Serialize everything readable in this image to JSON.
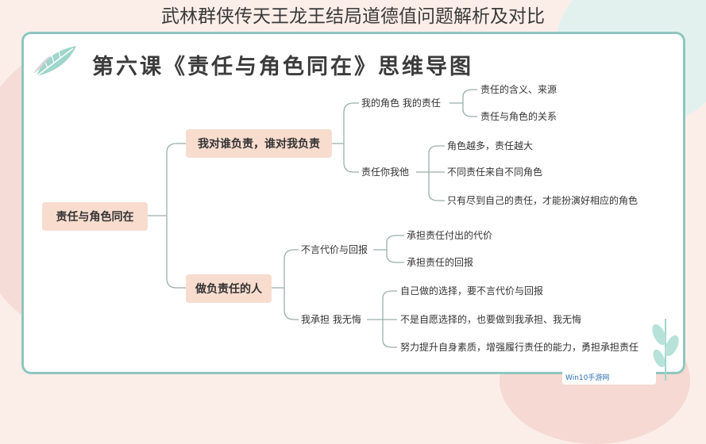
{
  "page_title": "武林群侠传天王龙王结局道德值问题解析及对比",
  "diagram": {
    "heading": "第六课《责任与角色同在》思维导图",
    "root": "责任与角色同在",
    "branch1": {
      "label": "我对谁负责，谁对我负责",
      "sub1": {
        "label": "我的角色 我的责任",
        "items": [
          "责任的含义、来源",
          "责任与角色的关系"
        ]
      },
      "sub2": {
        "label": "责任你我他",
        "items": [
          "角色越多，责任越大",
          "不同责任来自不同角色",
          "只有尽到自己的责任，才能扮演好相应的角色"
        ]
      }
    },
    "branch2": {
      "label": "做负责任的人",
      "sub1": {
        "label": "不言代价与回报",
        "items": [
          "承担责任付出的代价",
          "承担责任的回报"
        ]
      },
      "sub2": {
        "label": "我承担 我无悔",
        "items": [
          "自己做的选择，要不言代价与回报",
          "不是自愿选择的，也要做到我承担、我无悔",
          "努力提升自身素质，增强履行责任的能力，勇担承担责任"
        ]
      }
    }
  },
  "watermark": "Win10手游网",
  "colors": {
    "accent": "#8ec6bf",
    "node": "#f8ddcf",
    "line": "#9ab0ad"
  }
}
